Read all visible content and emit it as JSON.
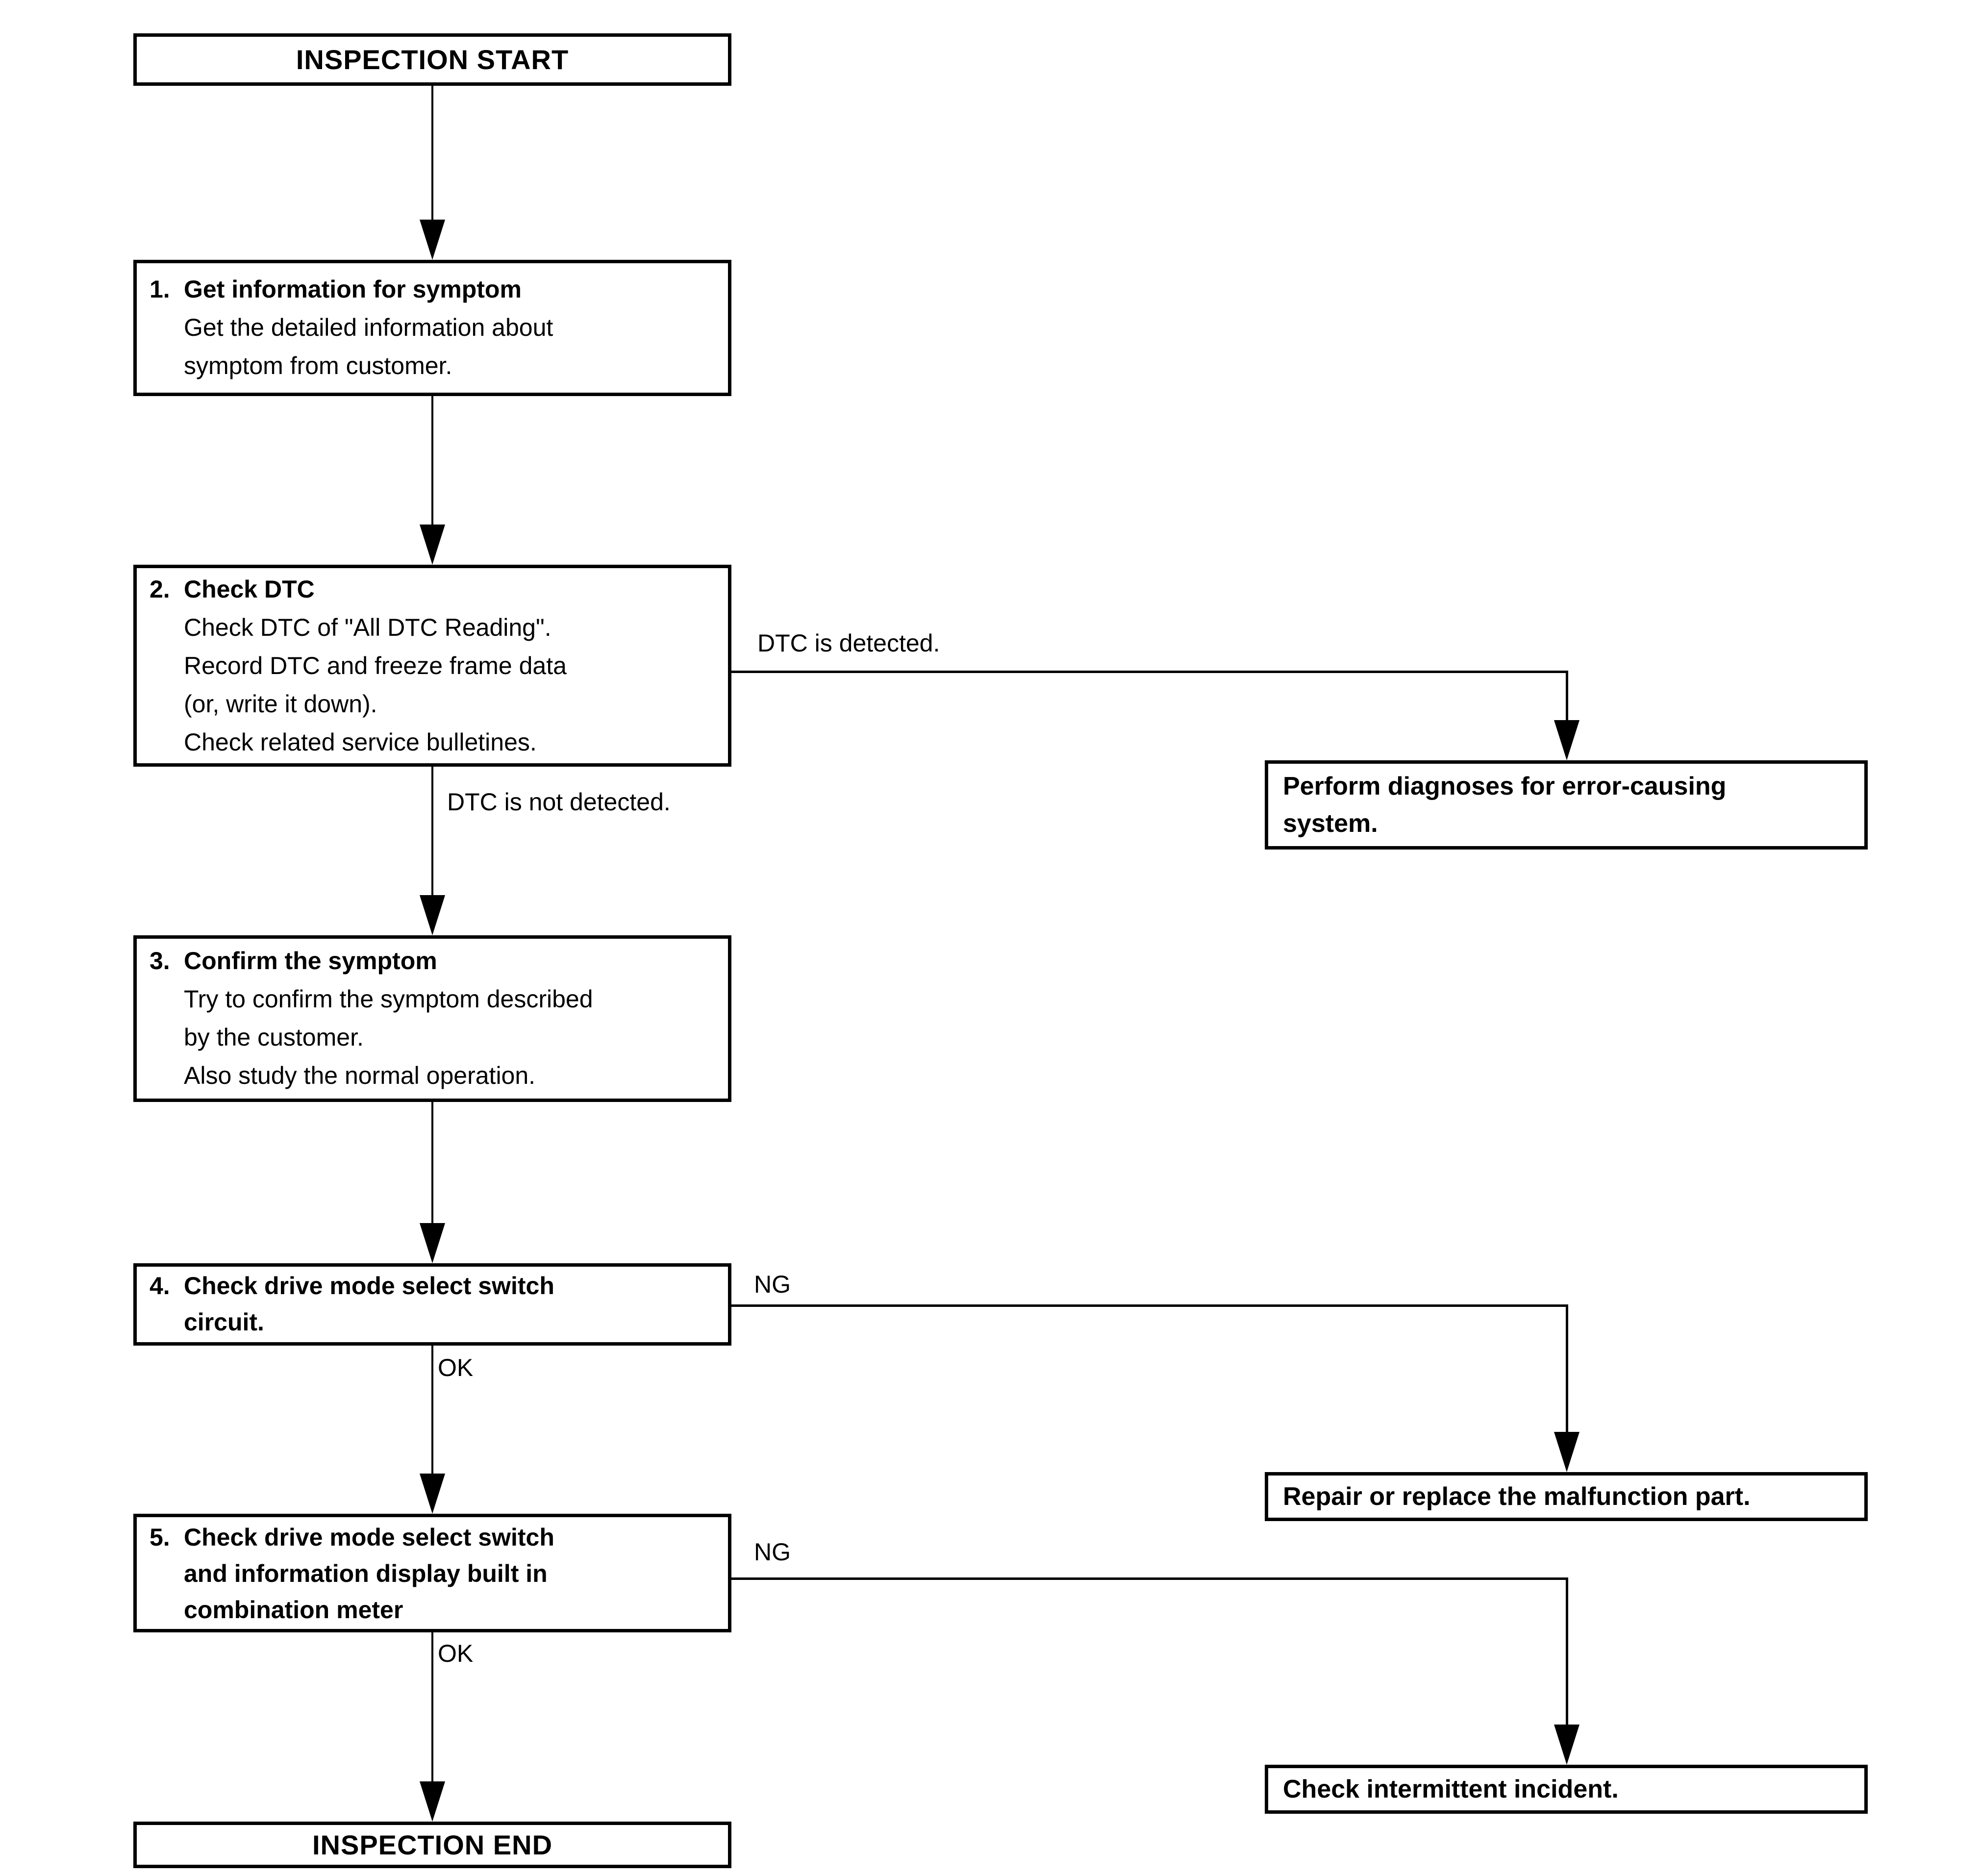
{
  "colors": {
    "ink": "#000000",
    "background": "#ffffff"
  },
  "flowchart": {
    "start": {
      "label": "INSPECTION START"
    },
    "steps": {
      "step1": {
        "number": "1.",
        "title_lines": [
          "Get information for symptom"
        ],
        "body_lines": [
          "Get the detailed information about",
          "symptom from customer."
        ]
      },
      "step2": {
        "number": "2.",
        "title_lines": [
          "Check DTC"
        ],
        "body_lines": [
          "Check DTC of \"All DTC Reading\".",
          "Record DTC and freeze frame data",
          "(or, write it down).",
          "Check related service bulletines."
        ]
      },
      "step3": {
        "number": "3.",
        "title_lines": [
          "Confirm the symptom"
        ],
        "body_lines": [
          "Try to confirm the symptom described",
          "by the customer.",
          "Also study the normal operation."
        ]
      },
      "step4": {
        "number": "4.",
        "title_lines": [
          "Check drive mode select switch",
          "circuit."
        ],
        "body_lines": []
      },
      "step5": {
        "number": "5.",
        "title_lines": [
          "Check drive mode select switch",
          "and information display built in",
          "combination meter"
        ],
        "body_lines": []
      }
    },
    "results": {
      "diagnose": {
        "lines": [
          "Perform diagnoses for error-causing",
          "system."
        ]
      },
      "repair": {
        "lines": [
          "Repair or replace the malfunction part."
        ]
      },
      "intermittent": {
        "lines": [
          "Check intermittent incident."
        ]
      }
    },
    "end": {
      "label": "INSPECTION END"
    },
    "edge_labels": {
      "dtc_detected": "DTC is detected.",
      "dtc_not_detected": "DTC is not detected.",
      "step4_ng": "NG",
      "step4_ok": "OK",
      "step5_ng": "NG",
      "step5_ok": "OK"
    }
  }
}
